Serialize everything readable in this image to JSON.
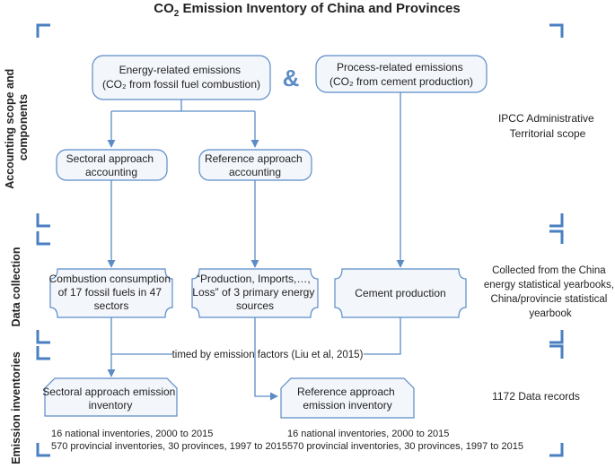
{
  "title_prefix": "CO",
  "title_sub": "2",
  "title_suffix": " Emission Inventory of China and Provinces",
  "ampersand": "&",
  "sections": {
    "scope": [
      "Accounting scope and",
      "components"
    ],
    "data": "Data collection",
    "inventories": "Emission inventories"
  },
  "boxes": {
    "energy": [
      "Energy-related emissions",
      "(CO₂ from fossil fuel combustion)"
    ],
    "process": [
      "Process-related emissions",
      "(CO₂ from cement production)"
    ],
    "sectoral": [
      "Sectoral approach",
      "accounting"
    ],
    "reference": [
      "Reference approach",
      "accounting"
    ],
    "combustion": [
      "Combustion consumption",
      "of 17 fossil fuels in 47",
      "sectors"
    ],
    "production": [
      "“Production, Imports,…,",
      "Loss” of 3 primary energy",
      "sources"
    ],
    "cement": [
      "Cement production"
    ],
    "sectoral_inventory": [
      "Sectoral approach emission",
      "inventory"
    ],
    "reference_inventory": [
      "Reference approach",
      "emission inventory"
    ]
  },
  "factor_label": "timed by emission factors (Liu et al, 2015)",
  "right_notes": {
    "scope": [
      "IPCC Administrative",
      "Territorial scope"
    ],
    "data": [
      "Collected from the China",
      "energy statistical yearbooks,",
      "China/provincie statistical",
      "yearbook"
    ],
    "records": "1172 Data records"
  },
  "bottom_notes": {
    "left": [
      "16 national inventories, 2000 to 2015",
      "570 provincial inventories, 30 provinces, 1997 to 2015"
    ],
    "right": [
      "16 national inventories, 2000 to 2015",
      "570 provincial inventories, 30 provinces, 1997 to 2015"
    ]
  },
  "colors": {
    "accent": "#4a7fc1",
    "box_fill": "#f3f6fb",
    "box_stroke": "#5b8cc6"
  }
}
